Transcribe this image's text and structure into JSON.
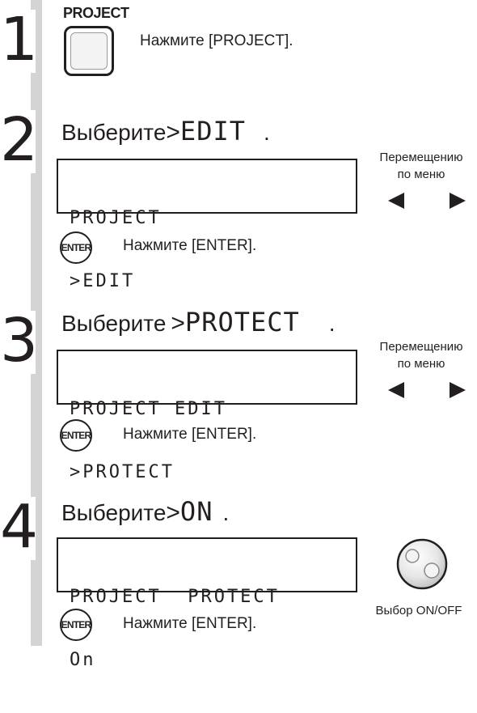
{
  "steps": [
    {
      "number": "1",
      "key_label": "PROJECT",
      "instruction": "Нажмите [PROJECT]."
    },
    {
      "number": "2",
      "heading_prefix": "Выберите",
      "heading_arrow": ">",
      "heading_target": "EDIT",
      "heading_suffix": ".",
      "lcd_line1": "PROJECT",
      "lcd_line2": ">EDIT",
      "nav_label_1": "Перемещению",
      "nav_label_2": "по меню",
      "enter_key": "ENTER",
      "instruction": "Нажмите [ENTER]."
    },
    {
      "number": "3",
      "heading_prefix": "Выберите",
      "heading_arrow": ">",
      "heading_target": "PROTECT",
      "heading_suffix": ".",
      "lcd_line1": "PROJECT EDIT",
      "lcd_line2": ">PROTECT",
      "nav_label_1": "Перемещению",
      "nav_label_2": "по меню",
      "enter_key": "ENTER",
      "instruction": "Нажмите [ENTER]."
    },
    {
      "number": "4",
      "heading_prefix": "Выберите",
      "heading_arrow": ">",
      "heading_target": "ON",
      "heading_suffix": ".",
      "lcd_line1": "PROJECT  PROTECT",
      "lcd_line2": "On",
      "dial_label": "Выбор ON/OFF",
      "enter_key": "ENTER",
      "instruction": "Нажмите [ENTER]."
    }
  ],
  "colors": {
    "text": "#231f20",
    "sidebar": "#d4d4d4"
  }
}
